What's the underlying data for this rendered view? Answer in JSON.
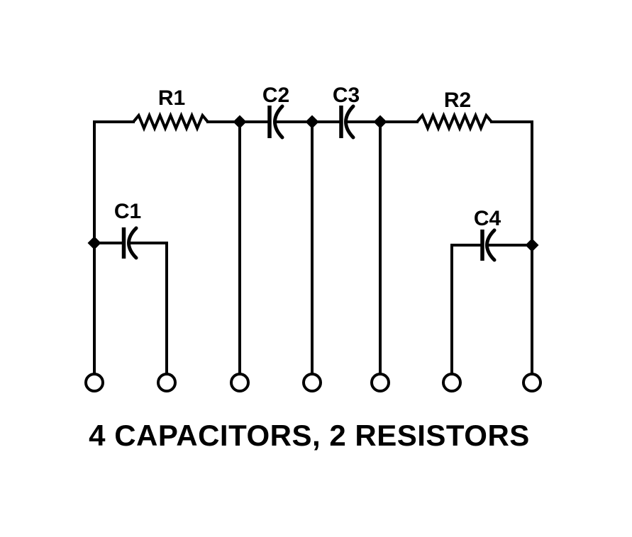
{
  "diagram": {
    "title": "4 CAPACITORS, 2 RESISTORS",
    "colors": {
      "line": "#000000",
      "background": "#ffffff"
    },
    "components": {
      "r1": {
        "label": "R1",
        "type": "resistor"
      },
      "r2": {
        "label": "R2",
        "type": "resistor"
      },
      "c1": {
        "label": "C1",
        "type": "capacitor"
      },
      "c2": {
        "label": "C2",
        "type": "capacitor"
      },
      "c3": {
        "label": "C3",
        "type": "capacitor"
      },
      "c4": {
        "label": "C4",
        "type": "capacitor"
      }
    },
    "terminals": {
      "count": 7
    }
  }
}
